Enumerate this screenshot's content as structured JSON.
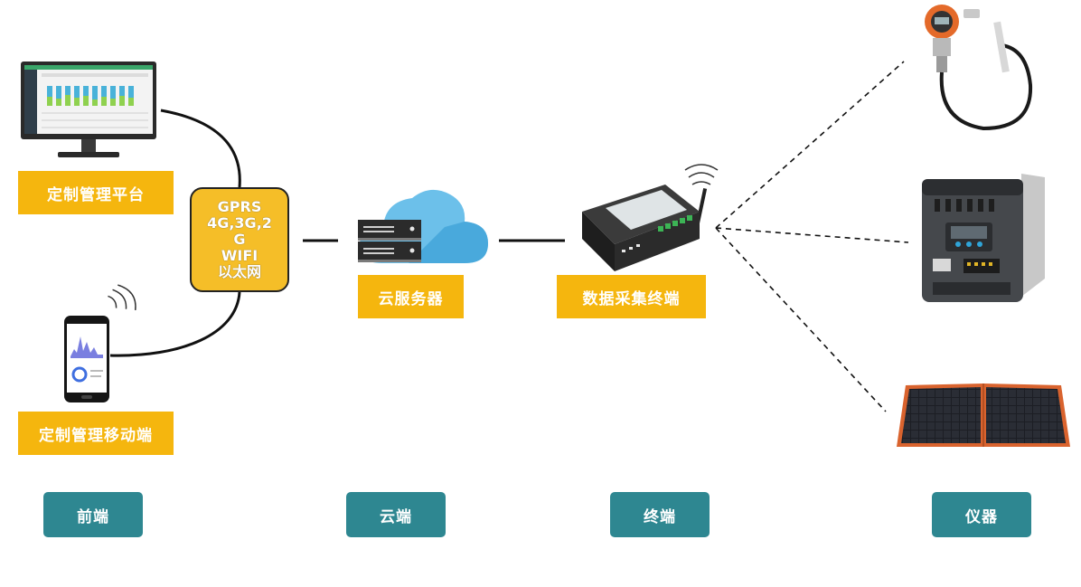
{
  "labels": {
    "platform": "定制管理平台",
    "mobile": "定制管理移动端",
    "cloud_server": "云服务器",
    "terminal": "数据采集终端"
  },
  "network": {
    "lines": [
      "GPRS",
      "4G,3G,2",
      "G",
      "WIFI",
      "以太网"
    ]
  },
  "tiers": {
    "frontend": "前端",
    "cloud": "云端",
    "terminal": "终端",
    "instrument": "仪器"
  },
  "colors": {
    "label_bg": "#f5b60e",
    "tier_bg": "#2e8791",
    "network_bg": "#f5be28",
    "cloud": "#6cc0ea"
  },
  "icons": {
    "monitor": "desktop-monitor-icon",
    "phone": "smartphone-icon",
    "server": "cloud-server-icon",
    "gateway": "data-terminal-device-icon",
    "pressure": "pressure-transmitter-icon",
    "inverter": "frequency-inverter-icon",
    "solar": "solar-panel-icon"
  }
}
